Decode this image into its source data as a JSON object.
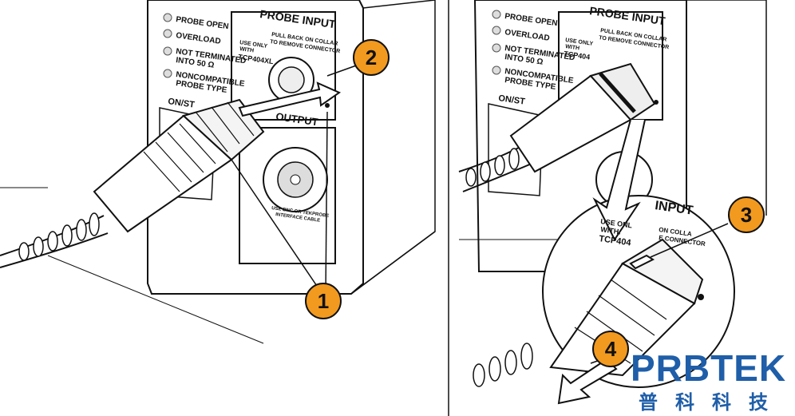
{
  "left_panel": {
    "indicators": [
      "PROBE OPEN",
      "OVERLOAD",
      "NOT TERMINATED",
      "INTO 50 Ω",
      "NONCOMPATIBLE",
      "PROBE TYPE"
    ],
    "probe_input_label": "PROBE INPUT",
    "pull_back_label_1": "PULL BACK ON COLLAR",
    "pull_back_label_2": "TO REMOVE CONNECTOR",
    "use_only_label_1": "USE ONLY",
    "use_only_label_2": "WITH",
    "probe_model": "TCP404XL",
    "on_standby_label": "ON/ST",
    "output_label": "OUTPUT",
    "bnc_label_1": "USE BNC OR TEKPROBE",
    "bnc_label_2": "INTERFACE CABLE"
  },
  "right_panel": {
    "indicators": [
      "PROBE OPEN",
      "OVERLOAD",
      "NOT TERMINATED",
      "INTO 50 Ω",
      "NONCOMPATIBLE",
      "PROBE TYPE"
    ],
    "probe_input_label": "PROBE INPUT",
    "pull_back_label_1": "PULL BACK ON COLLAR",
    "pull_back_label_2": "TO REMOVE CONNECTOR",
    "use_only_label_1": "USE ONLY",
    "use_only_label_2": "WITH",
    "probe_model": "TCP404",
    "on_standby_label": "ON/ST",
    "zoom_input_label": "INPUT",
    "zoom_use_only": "USE ONL",
    "zoom_with": "WITH:",
    "zoom_model": "TCP404",
    "zoom_pull_1": "ON COLLA",
    "zoom_pull_2": "E CONNECTOR"
  },
  "callouts": [
    {
      "id": "1",
      "label": "1"
    },
    {
      "id": "2",
      "label": "2"
    },
    {
      "id": "3",
      "label": "3"
    },
    {
      "id": "4",
      "label": "4"
    }
  ],
  "watermark": {
    "brand": "PRBTEK",
    "subtitle": "普科科技"
  },
  "colors": {
    "callout_fill": "#f29a1f",
    "line": "#111111",
    "watermark": "#1f5ea8"
  }
}
